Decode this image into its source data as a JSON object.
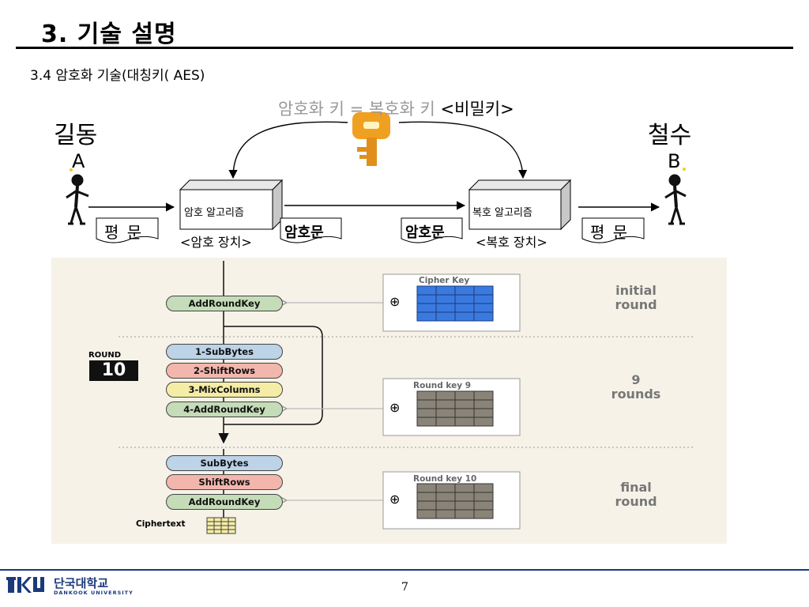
{
  "slide": {
    "title": "3. 기술 설명",
    "subtitle": "3.4 암호화 기술(대칭키( AES)",
    "page_number": "7"
  },
  "key_diagram": {
    "key_label": "암호화 키 = 복호화 키",
    "key_label_secret": "<비밀키>",
    "sender_name": "길동",
    "sender_letter": "A",
    "receiver_name": "철수",
    "receiver_letter": "B",
    "encrypt_box": "암호 알고리즘",
    "encrypt_device": "<암호 장치>",
    "decrypt_box": "복호 알고리즘",
    "decrypt_device": "<복호 장치>",
    "plaintext_left": "평 문",
    "plaintext_right": "평 문",
    "ciphertext_left": "암호문",
    "ciphertext_right": "암호문",
    "key_color": "#f0a020"
  },
  "aes": {
    "initial": {
      "step": "AddRoundKey",
      "key_label": "Cipher Key",
      "round_label_1": "initial",
      "round_label_2": "round",
      "key_color": "#3a7ae0"
    },
    "main": {
      "badge_label": "ROUND",
      "badge_number": "10",
      "steps": [
        "1-SubBytes",
        "2-ShiftRows",
        "3-MixColumns",
        "4-AddRoundKey"
      ],
      "key_label": "Round key 9",
      "round_label_1": "9",
      "round_label_2": "rounds"
    },
    "final": {
      "steps": [
        "SubBytes",
        "ShiftRows",
        "AddRoundKey"
      ],
      "key_label": "Round key 10",
      "round_label_1": "final",
      "round_label_2": "round"
    },
    "ciphertext_label": "Ciphertext",
    "xor_symbol": "⊕",
    "round_key_color": "#8a8478"
  },
  "footer": {
    "logo_kr": "단국대학교",
    "logo_en": "DANKOOK UNIVERSITY"
  }
}
